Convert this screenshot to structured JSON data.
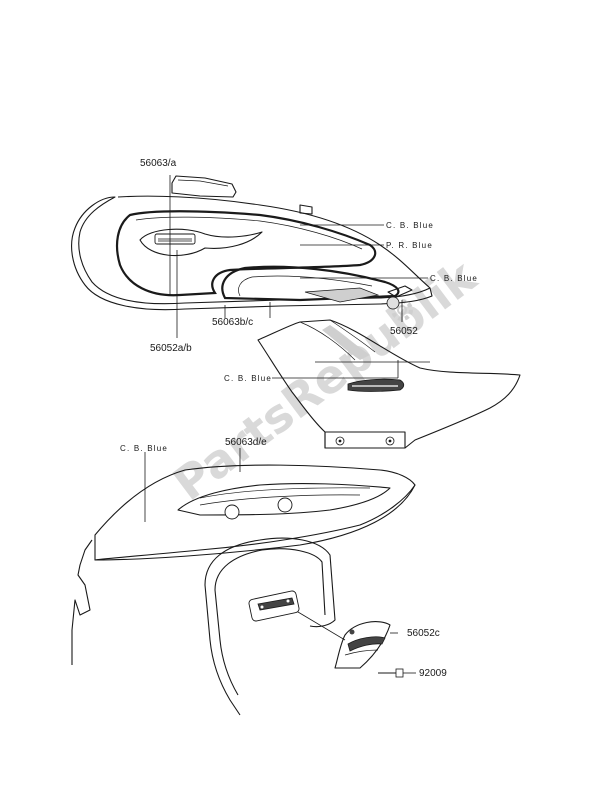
{
  "watermark": {
    "text": "PartsRepublik"
  },
  "labels": {
    "p_56063a": "56063/a",
    "p_56052ab": "56052a/b",
    "p_56063bc": "56063b/c",
    "p_56052": "56052",
    "p_56063de": "56063d/e",
    "p_56052c": "56052c",
    "p_92009": "92009",
    "c_cb_blue_1": "C. B. Blue",
    "c_pr_blue": "P. R. Blue",
    "c_cb_blue_2": "C. B. Blue",
    "c_cb_blue_3": "C. B. Blue",
    "c_cb_blue_4": "C. B. Blue"
  },
  "icons": {
    "watermark_gear": "gear-icon"
  }
}
